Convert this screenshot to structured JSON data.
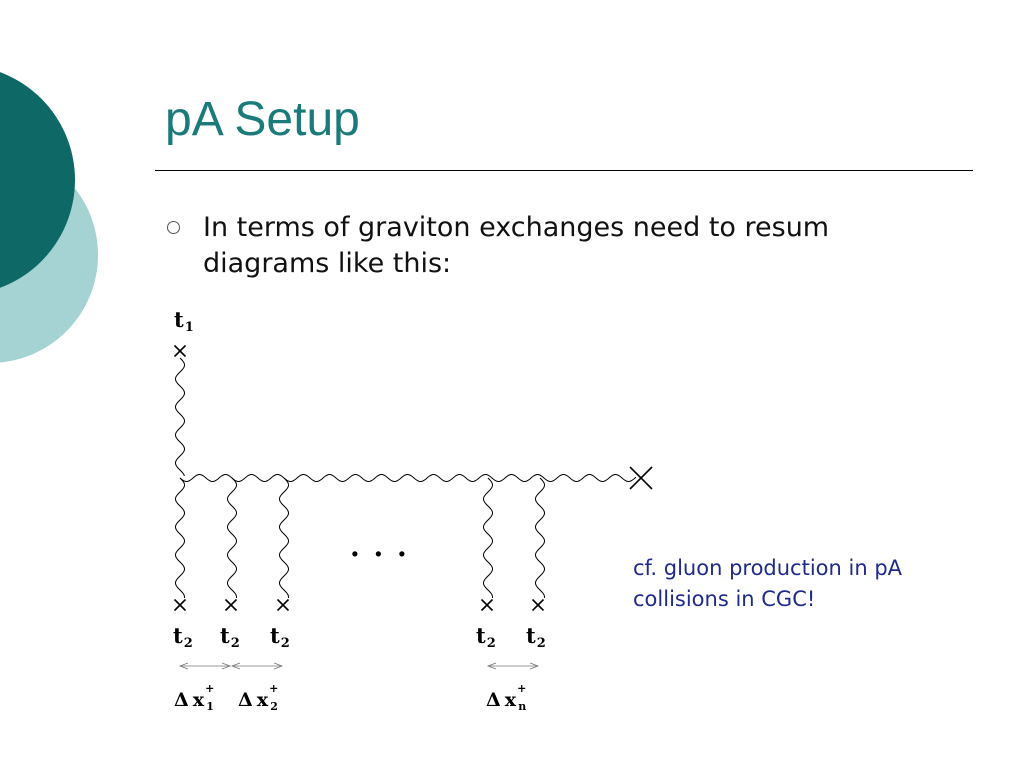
{
  "slide": {
    "title": "pA Setup",
    "bullet": "In terms of graviton exchanges need to resum diagrams like this:",
    "note": "cf. gluon production in pA collisions in CGC!"
  },
  "colors": {
    "accent_dark": "#0e6966",
    "accent_light": "#a5d3d3",
    "title": "#1b7b7a",
    "note": "#1f2a8c"
  },
  "diagram": {
    "top_label": {
      "base": "t",
      "sub": "1"
    },
    "bottom_labels": [
      {
        "base": "t",
        "sub": "2"
      },
      {
        "base": "t",
        "sub": "2"
      },
      {
        "base": "t",
        "sub": "2"
      },
      {
        "base": "t",
        "sub": "2"
      },
      {
        "base": "t",
        "sub": "2"
      }
    ],
    "ellipsis": ". . .",
    "delta_labels": [
      {
        "delta": "Δ",
        "var": "x",
        "sup": "+",
        "sub": "1"
      },
      {
        "delta": "Δ",
        "var": "x",
        "sup": "+",
        "sub": "2"
      },
      {
        "delta": "Δ",
        "var": "x",
        "sup": "+",
        "sub": "n"
      }
    ]
  }
}
